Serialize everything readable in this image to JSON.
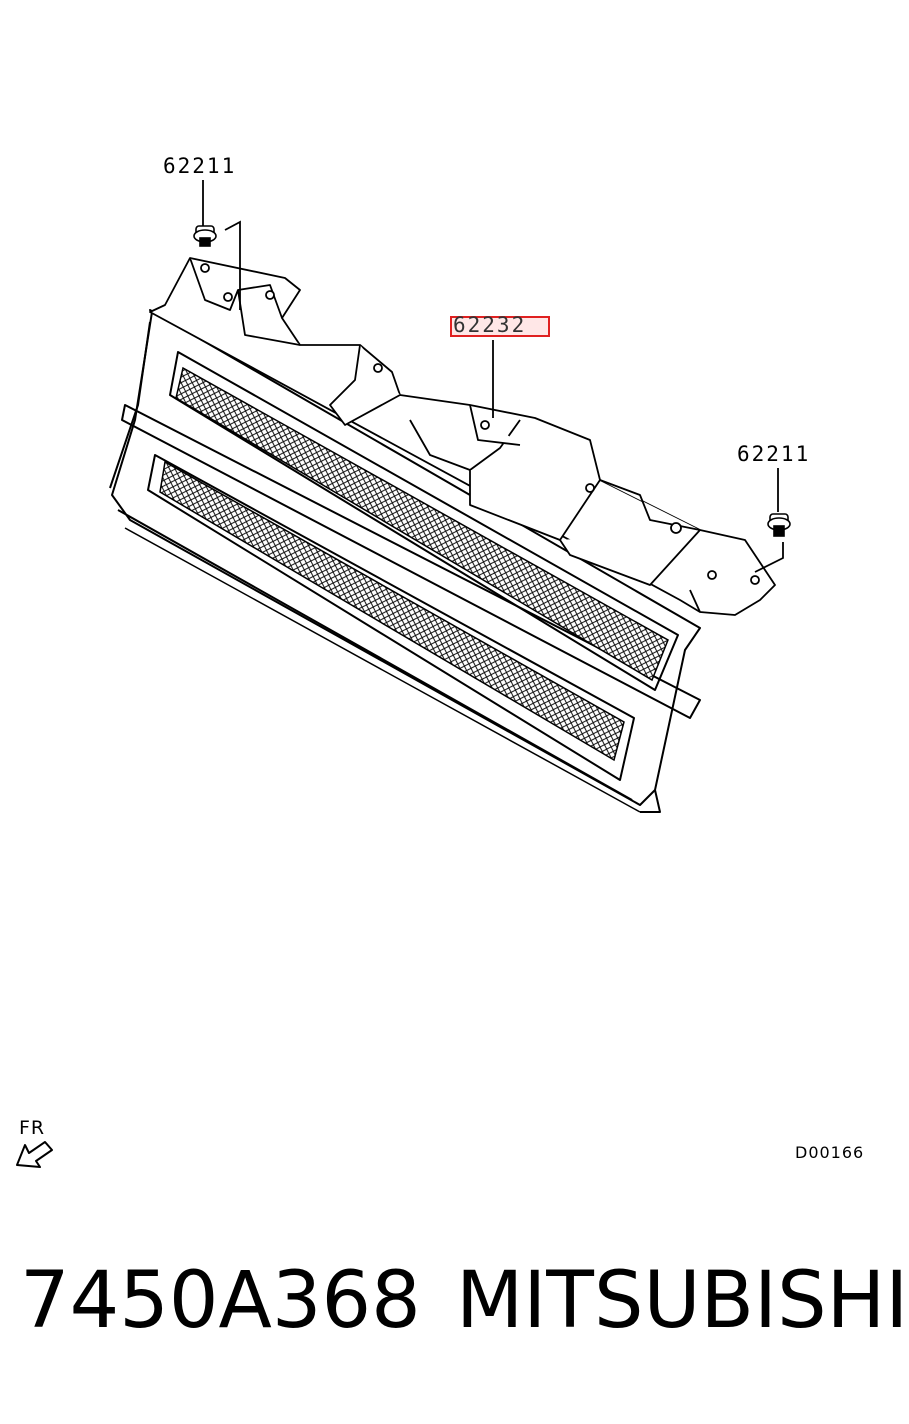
{
  "labels": {
    "bolt_left": "62211",
    "grille_support": "62232",
    "bolt_right": "62211"
  },
  "diagram_code": "D00166",
  "direction_label": "FR",
  "footer": {
    "part_number": "7450A368",
    "brand": "MITSUBISHI"
  },
  "colors": {
    "highlight": "#e02020",
    "line": "#000000"
  }
}
